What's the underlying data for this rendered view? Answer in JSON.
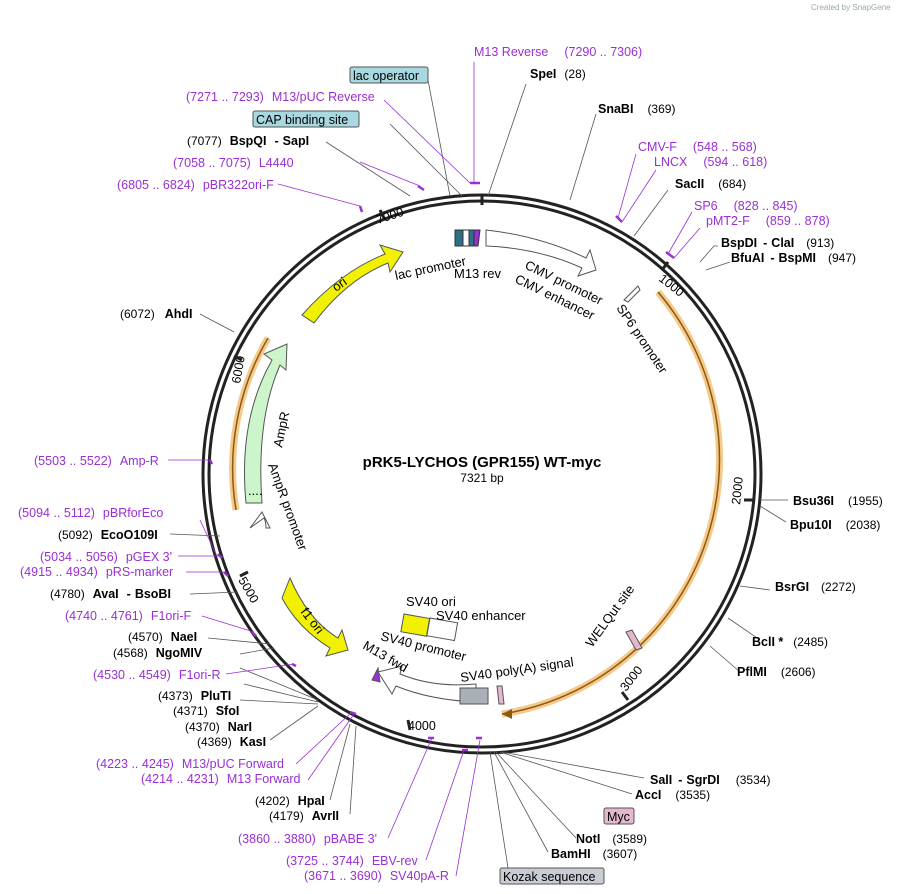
{
  "credit": "Created by SnapGene",
  "plasmid": {
    "name": "pRK5-LYCHOS (GPR155) WT-myc",
    "length": "7321 bp"
  },
  "ticks": [
    "1000",
    "2000",
    "3000",
    "4000",
    "5000",
    "6000",
    "7000"
  ],
  "features": {
    "lac_promoter": "lac promoter",
    "m13_rev": "M13 rev",
    "cmv_promoter": "CMV promoter",
    "cmv_enhancer": "CMV enhancer",
    "sp6_promoter": "SP6 promoter",
    "ori": "ori",
    "ampr": "AmpR",
    "ampr_promoter": "AmpR promoter",
    "f1_ori": "f1 ori",
    "sv40_ori": "SV40 ori",
    "sv40_enhancer": "SV40 enhancer",
    "sv40_promoter": "SV40 promoter",
    "m13_fwd": "M13 fwd",
    "sv40_polya": "SV40 poly(A) signal",
    "welqut": "WELQut site"
  },
  "boxed": {
    "lac_operator": "lac operator",
    "cap_site": "CAP binding site",
    "myc": "Myc",
    "kozak": "Kozak sequence"
  },
  "sites_right": [
    {
      "name": "SpeI",
      "pos": "(28)"
    },
    {
      "name": "SnaBI",
      "pos": "(369)"
    },
    {
      "name": "SacII",
      "pos": "(684)"
    },
    {
      "name": "BspDI",
      "sep": "-",
      "name2": "ClaI",
      "pos": "(913)"
    },
    {
      "name": "BfuAI",
      "sep": "-",
      "name2": "BspMI",
      "pos": "(947)"
    },
    {
      "name": "Bsu36I",
      "pos": "(1955)"
    },
    {
      "name": "Bpu10I",
      "pos": "(2038)"
    },
    {
      "name": "BsrGI",
      "pos": "(2272)"
    },
    {
      "name": "BclI *",
      "pos": "(2485)"
    },
    {
      "name": "PflMI",
      "pos": "(2606)"
    },
    {
      "name": "SalI",
      "sep": "-",
      "name2": "SgrDI",
      "pos": "(3534)"
    },
    {
      "name": "AccI",
      "pos": "(3535)"
    },
    {
      "name": "NotI",
      "pos": "(3589)"
    },
    {
      "name": "BamHI",
      "pos": "(3607)"
    }
  ],
  "sites_left": [
    {
      "pos": "(7077)",
      "name": "BspQI",
      "sep": "-",
      "name2": "SapI"
    },
    {
      "pos": "(6072)",
      "name": "AhdI"
    },
    {
      "pos": "(5092)",
      "name": "EcoO109I"
    },
    {
      "pos": "(4780)",
      "name": "AvaI",
      "sep": "-",
      "name2": "BsoBI"
    },
    {
      "pos": "(4570)",
      "name": "NaeI"
    },
    {
      "pos": "(4568)",
      "name": "NgoMIV"
    },
    {
      "pos": "(4373)",
      "name": "PluTI"
    },
    {
      "pos": "(4371)",
      "name": "SfoI"
    },
    {
      "pos": "(4370)",
      "name": "NarI"
    },
    {
      "pos": "(4369)",
      "name": "KasI"
    },
    {
      "pos": "(4202)",
      "name": "HpaI"
    },
    {
      "pos": "(4179)",
      "name": "AvrII"
    }
  ],
  "primers_right": [
    {
      "name": "M13 Reverse",
      "range": "(7290 .. 7306)"
    },
    {
      "name": "CMV-F",
      "range": "(548 .. 568)"
    },
    {
      "name": "LNCX",
      "range": "(594 .. 618)"
    },
    {
      "name": "SP6",
      "range": "(828 .. 845)"
    },
    {
      "name": "pMT2-F",
      "range": "(859 .. 878)"
    }
  ],
  "primers_left": [
    {
      "range": "(7271 .. 7293)",
      "name": "M13/pUC Reverse"
    },
    {
      "range": "(7058 .. 7075)",
      "name": "L4440"
    },
    {
      "range": "(6805 .. 6824)",
      "name": "pBR322ori-F"
    },
    {
      "range": "(5503 .. 5522)",
      "name": "Amp-R"
    },
    {
      "range": "(5094 .. 5112)",
      "name": "pBRforEco"
    },
    {
      "range": "(5034 .. 5056)",
      "name": "pGEX 3'"
    },
    {
      "range": "(4915 .. 4934)",
      "name": "pRS-marker"
    },
    {
      "range": "(4740 .. 4761)",
      "name": "F1ori-F"
    },
    {
      "range": "(4530 .. 4549)",
      "name": "F1ori-R"
    },
    {
      "range": "(4223 .. 4245)",
      "name": "M13/pUC Forward"
    },
    {
      "range": "(4214 .. 4231)",
      "name": "M13 Forward"
    },
    {
      "range": "(3860 .. 3880)",
      "name": "pBABE 3'"
    },
    {
      "range": "(3725 .. 3744)",
      "name": "EBV-rev"
    },
    {
      "range": "(3671 .. 3690)",
      "name": "SV40pA-R"
    }
  ],
  "colors": {
    "backbone": "#222222",
    "primer": "#9a2fd3",
    "ori": "#f2f200",
    "ampr": "#ccf5cc",
    "orf_highlight": "#f5c98a",
    "box_teal": "#a8d8e0",
    "box_pink": "#e3b8cf",
    "box_gray": "#c8ccd3"
  }
}
